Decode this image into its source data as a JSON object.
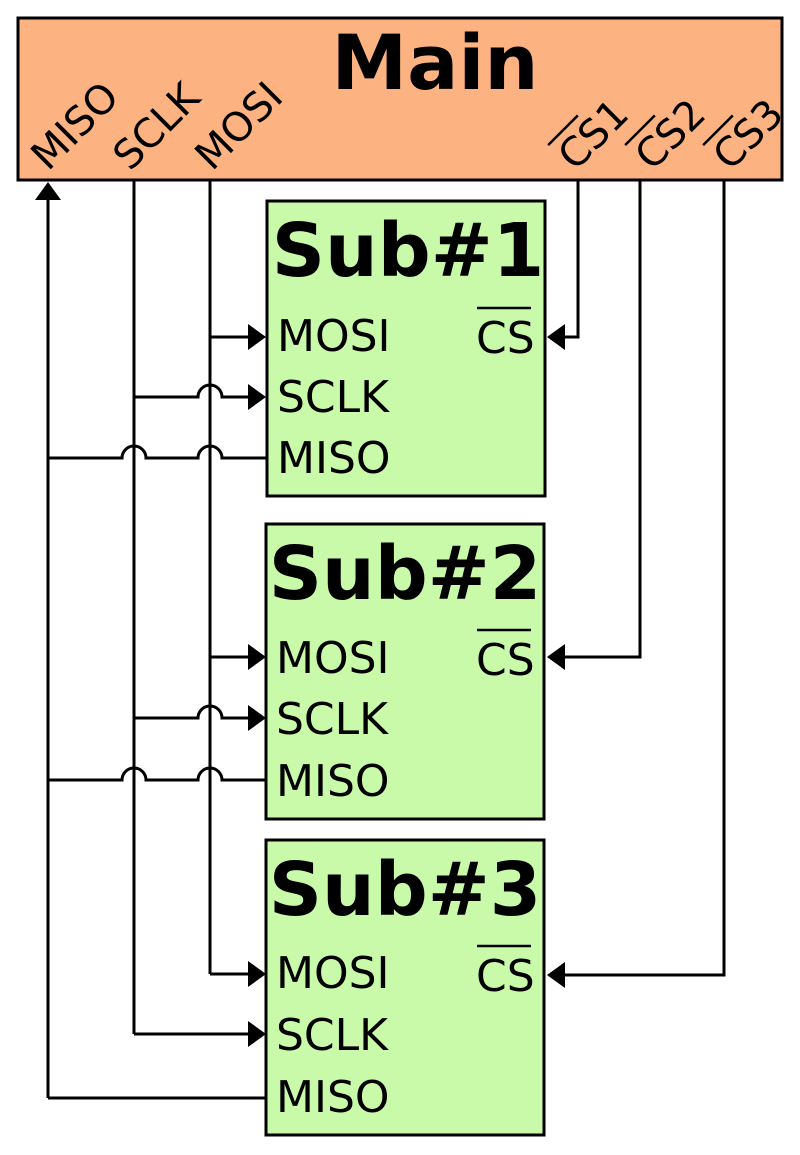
{
  "main": {
    "title": "Main",
    "pins_left": [
      "MISO",
      "SCLK",
      "MOSI"
    ],
    "pins_right": [
      "CS1",
      "CS2",
      "CS3"
    ]
  },
  "subs": [
    {
      "title": "Sub#1",
      "pins": [
        "MOSI",
        "SCLK",
        "MISO"
      ],
      "cs_label": "CS"
    },
    {
      "title": "Sub#2",
      "pins": [
        "MOSI",
        "SCLK",
        "MISO"
      ],
      "cs_label": "CS"
    },
    {
      "title": "Sub#3",
      "pins": [
        "MOSI",
        "SCLK",
        "MISO"
      ],
      "cs_label": "CS"
    }
  ],
  "colors": {
    "main_fill": "#FDB282",
    "sub_fill": "#C8FAAA",
    "stroke": "#000000"
  }
}
